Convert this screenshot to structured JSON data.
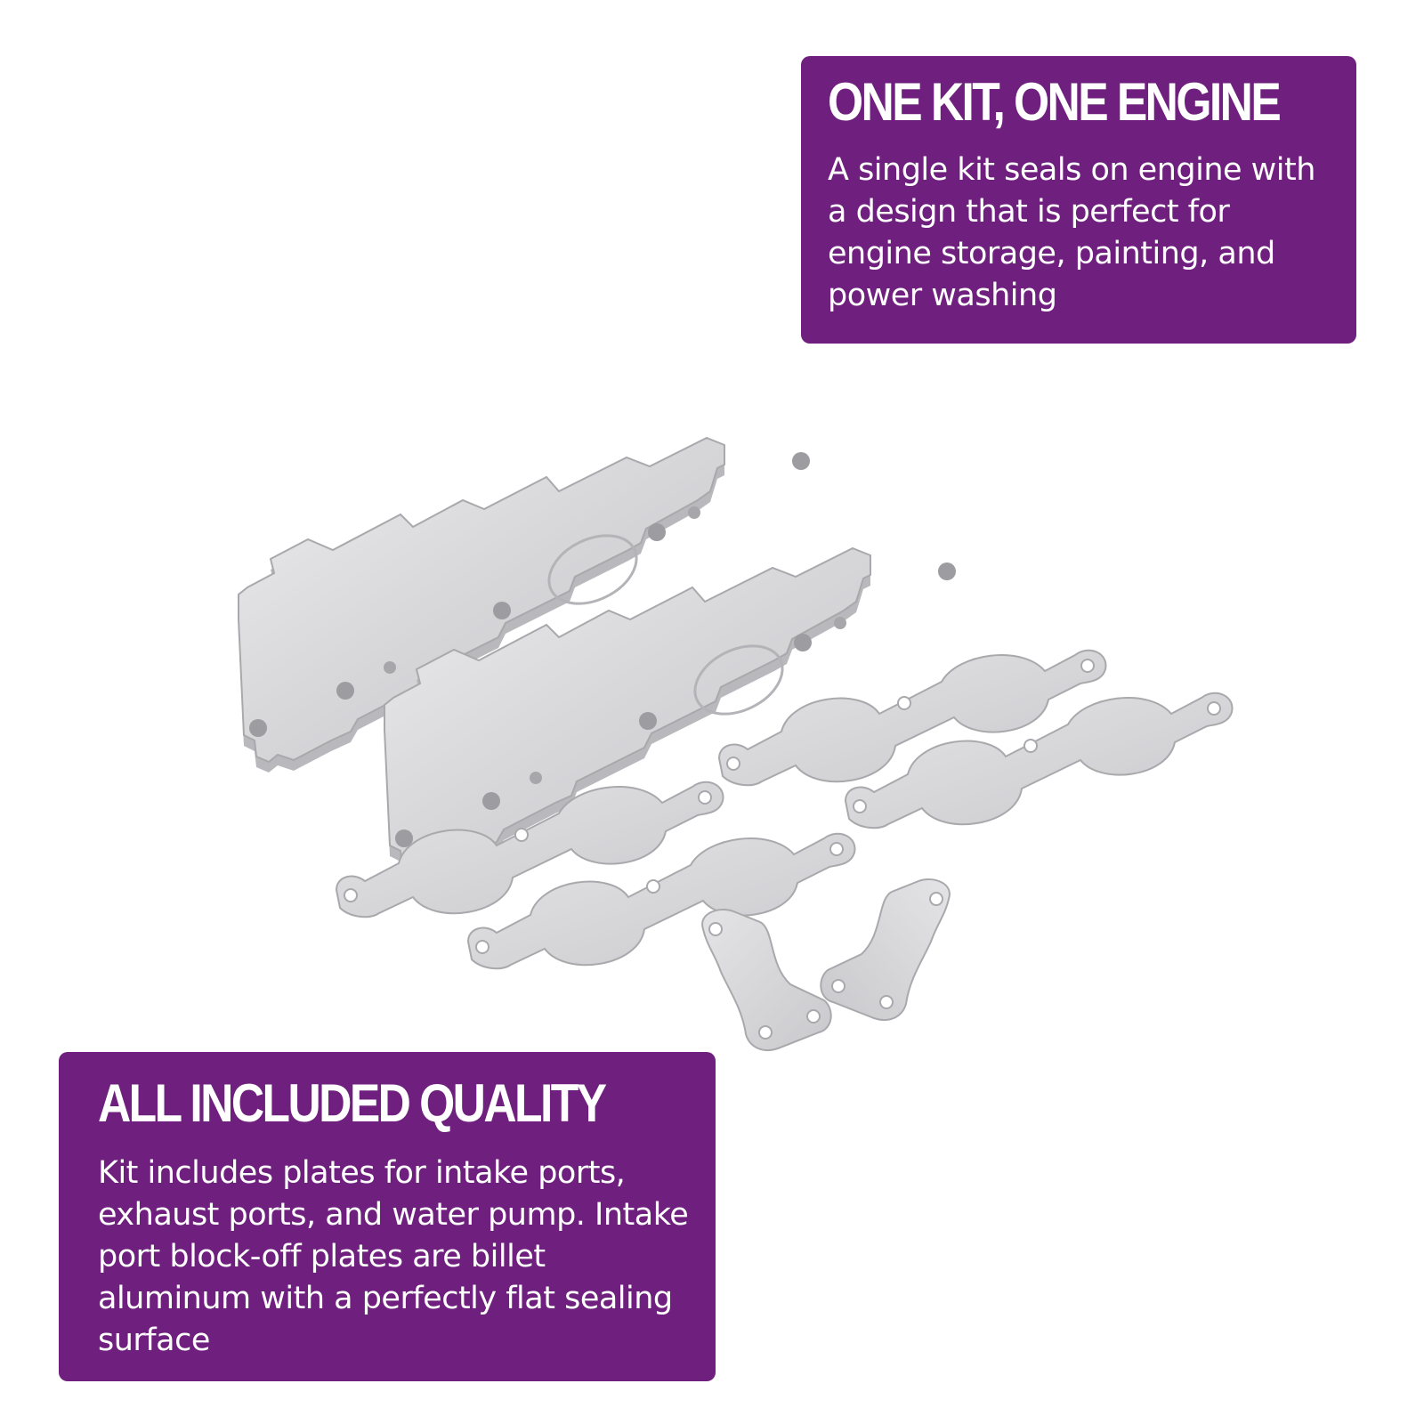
{
  "callouts": {
    "top": {
      "heading": "ONE KIT, ONE ENGINE",
      "body": "A single kit seals on engine with a design that is perfect for engine storage, painting, and power washing"
    },
    "bottom": {
      "heading": "ALL INCLUDED QUALITY",
      "body": "Kit includes plates for intake ports, exhaust ports, and water pump. Intake port block-off plates are billet aluminum with a perfectly flat sealing surface"
    }
  },
  "colors": {
    "callout_background": "#6f1f7d",
    "callout_text": "#ffffff",
    "plate_fill": "#dcdcde",
    "plate_edge": "#a9a9ad"
  },
  "product_image": {
    "items": [
      "intake-port-plate",
      "intake-port-plate",
      "exhaust-port-plate",
      "exhaust-port-plate",
      "exhaust-port-plate",
      "exhaust-port-plate",
      "water-pump-plate",
      "water-pump-plate"
    ]
  }
}
